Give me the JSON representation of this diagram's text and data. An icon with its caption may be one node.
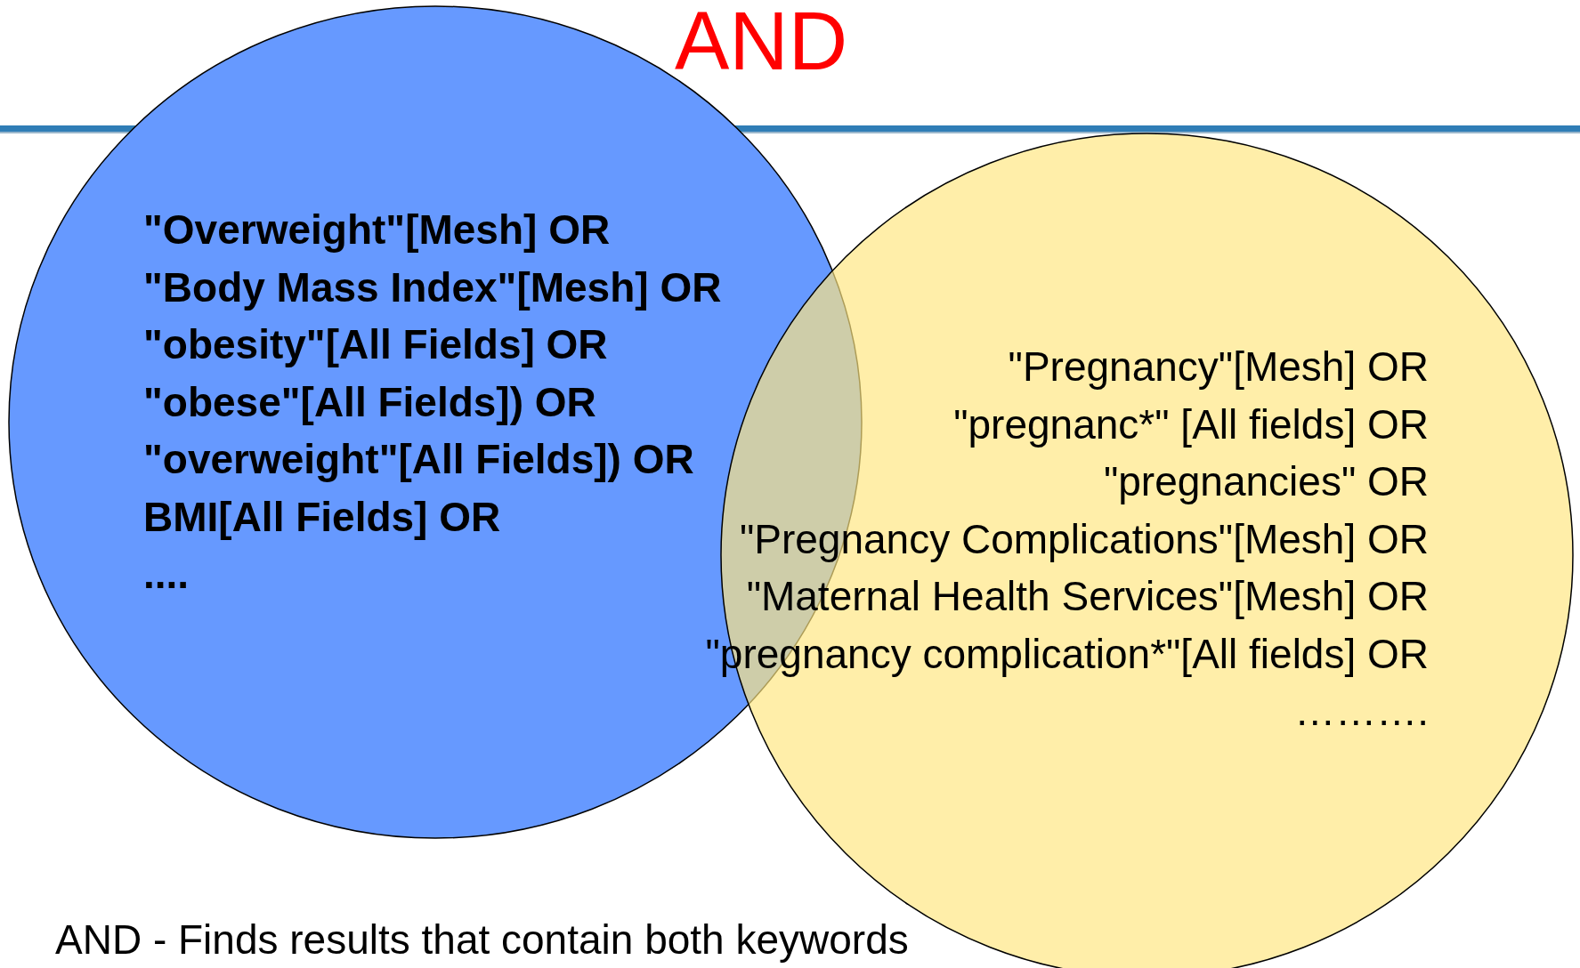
{
  "diagram": {
    "title": "AND",
    "nodes": [
      {
        "text": [
          "\"Overweight\"[Mesh] OR",
          "\"Body Mass Index\"[Mesh] OR",
          "\"obesity\"[All Fields] OR",
          "\"obese\"[All Fields]) OR",
          "\"overweight\"[All Fields]) OR",
          "BMI[All Fields] OR",
          "...."
        ]
      },
      {
        "text": [
          "\"Pregnancy\"[Mesh] OR",
          "\"pregnanc*\" [All fields] OR",
          "\"pregnancies\" OR",
          "\"Pregnancy Complications\"[Mesh] OR",
          "\"Maternal Health Services\"[Mesh] OR",
          "\"pregnancy complication*\"[All fields] OR",
          "………."
        ]
      }
    ],
    "labels": [
      "AND - Finds results that contain both keywords"
    ]
  }
}
